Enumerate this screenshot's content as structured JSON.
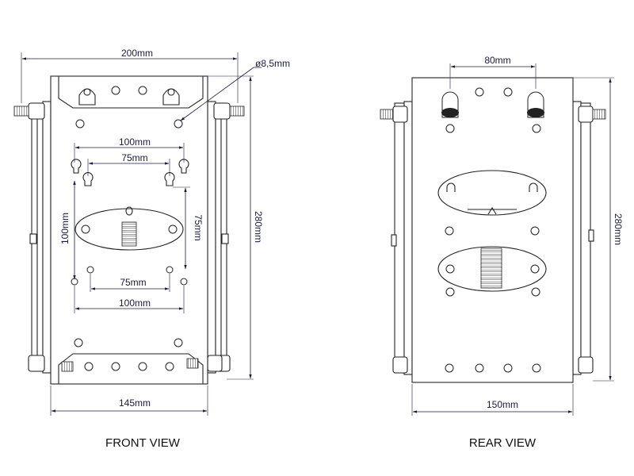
{
  "views": {
    "front": {
      "title": "FRONT VIEW",
      "dims": {
        "overall_width": "200mm",
        "hole_diameter": "ø8,5mm",
        "top_h_100": "100mm",
        "top_h_75": "75mm",
        "left_v_100": "100mm",
        "right_v_75": "75mm",
        "height": "280mm",
        "bottom_h_75": "75mm",
        "bottom_h_100": "100mm",
        "base_width": "145mm"
      }
    },
    "rear": {
      "title": "REAR VIEW",
      "dims": {
        "top_spacing": "80mm",
        "height": "280mm",
        "base_width": "150mm"
      }
    }
  },
  "colors": {
    "dimension": "#1a1a40",
    "outline": "#222222"
  }
}
